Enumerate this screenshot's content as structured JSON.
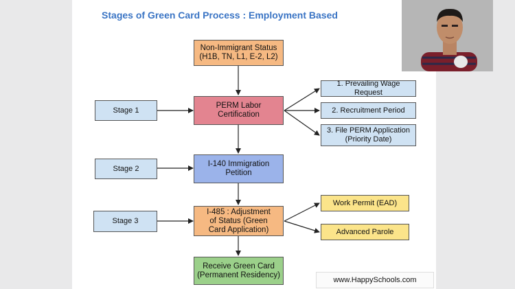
{
  "title": "Stages of Green Card Process : Employment Based",
  "main": {
    "non_immigrant": "Non-Immigrant Status (H1B, TN, L1, E-2, L2)",
    "perm": "PERM Labor Certification",
    "i140": "I-140 Immigration Petition",
    "i485": "I-485 : Adjustment of Status (Green Card Application)",
    "receive": "Receive Green Card (Permanent Residency)"
  },
  "stages": [
    "Stage 1",
    "Stage 2",
    "Stage 3"
  ],
  "perm_steps": [
    "1. Prevailing Wage Request",
    "2. Recruitment  Period",
    "3. File PERM Application (Priority Date)"
  ],
  "i485_outputs": [
    "Work Permit (EAD)",
    "Advanced Parole"
  ],
  "credit": "www.HappySchools.com",
  "colors": {
    "title": "#3a74c4",
    "orange": "#f6b982",
    "pink": "#e38490",
    "blue": "#9bb3ea",
    "green": "#9bd08a",
    "light_blue": "#cfe2f3",
    "yellow": "#fbe48a"
  }
}
